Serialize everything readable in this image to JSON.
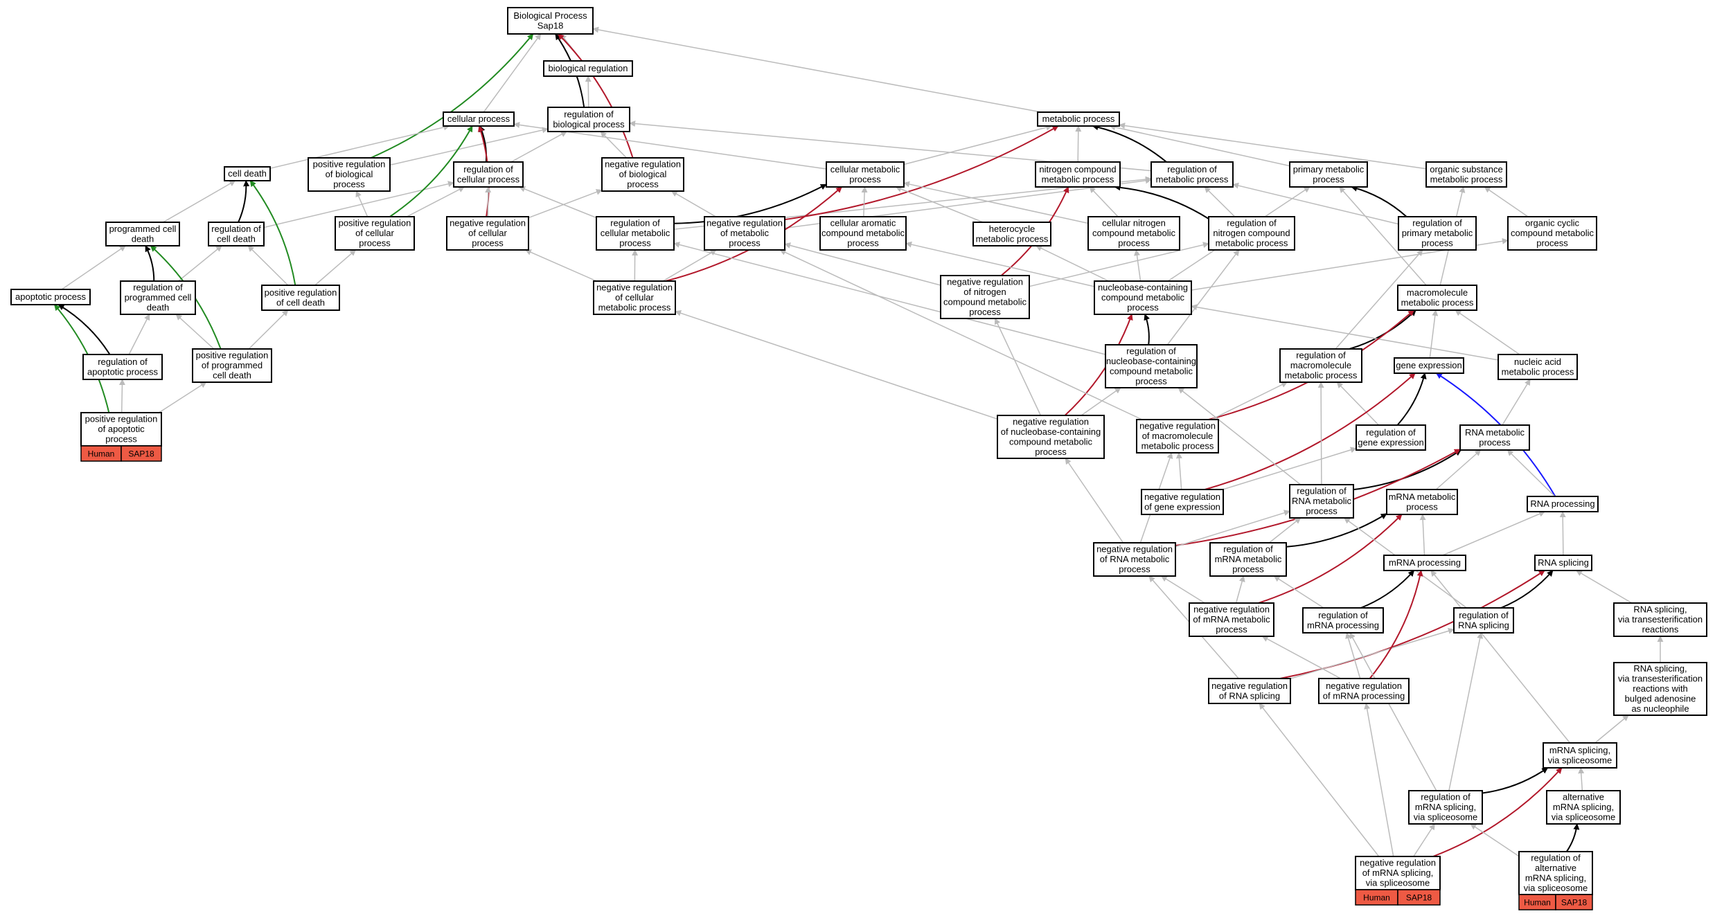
{
  "edge_colors": {
    "grey": "#bbbbbb",
    "black": "#000000",
    "red": "#b2182b",
    "green": "#228b22",
    "blue": "#1a1aff"
  },
  "tag_color": "#ee5a44",
  "nodes": [
    {
      "id": "bp",
      "lines": [
        "Biological Process",
        "Sap18"
      ]
    },
    {
      "id": "breg",
      "lines": [
        "biological regulation"
      ]
    },
    {
      "id": "cp",
      "lines": [
        "cellular process"
      ]
    },
    {
      "id": "regbp",
      "lines": [
        "regulation of",
        "biological process"
      ]
    },
    {
      "id": "mp",
      "lines": [
        "metabolic process"
      ]
    },
    {
      "id": "celldeath",
      "lines": [
        "cell death"
      ]
    },
    {
      "id": "posregbp",
      "lines": [
        "positive regulation",
        "of biological",
        "process"
      ]
    },
    {
      "id": "regcp",
      "lines": [
        "regulation of",
        "cellular process"
      ]
    },
    {
      "id": "negregbp",
      "lines": [
        "negative regulation",
        "of biological",
        "process"
      ]
    },
    {
      "id": "cmp",
      "lines": [
        "cellular metabolic",
        "process"
      ]
    },
    {
      "id": "ncmp",
      "lines": [
        "nitrogen compound",
        "metabolic process"
      ]
    },
    {
      "id": "regmp",
      "lines": [
        "regulation of",
        "metabolic process"
      ]
    },
    {
      "id": "pmp",
      "lines": [
        "primary metabolic",
        "process"
      ]
    },
    {
      "id": "osmp",
      "lines": [
        "organic substance",
        "metabolic process"
      ]
    },
    {
      "id": "pcd",
      "lines": [
        "programmed cell",
        "death"
      ]
    },
    {
      "id": "regcd",
      "lines": [
        "regulation of",
        "cell death"
      ]
    },
    {
      "id": "posregcp",
      "lines": [
        "positive regulation",
        "of cellular",
        "process"
      ]
    },
    {
      "id": "negregcp",
      "lines": [
        "negative regulation",
        "of cellular",
        "process"
      ]
    },
    {
      "id": "regcmp",
      "lines": [
        "regulation of",
        "cellular metabolic",
        "process"
      ]
    },
    {
      "id": "negregmp",
      "lines": [
        "negative regulation",
        "of metabolic",
        "process"
      ]
    },
    {
      "id": "cacmp",
      "lines": [
        "cellular aromatic",
        "compound metabolic",
        "process"
      ]
    },
    {
      "id": "hmp",
      "lines": [
        "heterocycle",
        "metabolic process"
      ]
    },
    {
      "id": "cncmp",
      "lines": [
        "cellular nitrogen",
        "compound metabolic",
        "process"
      ]
    },
    {
      "id": "regncmp",
      "lines": [
        "regulation of",
        "nitrogen compound",
        "metabolic process"
      ]
    },
    {
      "id": "regpmp",
      "lines": [
        "regulation of",
        "primary metabolic",
        "process"
      ]
    },
    {
      "id": "occmp",
      "lines": [
        "organic cyclic",
        "compound metabolic",
        "process"
      ]
    },
    {
      "id": "ap",
      "lines": [
        "apoptotic process"
      ]
    },
    {
      "id": "regpcd",
      "lines": [
        "regulation of",
        "programmed cell",
        "death"
      ]
    },
    {
      "id": "posregcd",
      "lines": [
        "positive regulation",
        "of cell death"
      ]
    },
    {
      "id": "negregcmp",
      "lines": [
        "negative regulation",
        "of cellular",
        "metabolic process"
      ]
    },
    {
      "id": "negregncmp",
      "lines": [
        "negative regulation",
        "of nitrogen",
        "compound metabolic",
        "process"
      ]
    },
    {
      "id": "nbcmp",
      "lines": [
        "nucleobase-containing",
        "compound metabolic",
        "process"
      ]
    },
    {
      "id": "mmp",
      "lines": [
        "macromolecule",
        "metabolic process"
      ]
    },
    {
      "id": "regap",
      "lines": [
        "regulation of",
        "apoptotic process"
      ]
    },
    {
      "id": "posregpcd",
      "lines": [
        "positive regulation",
        "of programmed",
        "cell death"
      ]
    },
    {
      "id": "regnbcmp",
      "lines": [
        "regulation of",
        "nucleobase-containing",
        "compound metabolic",
        "process"
      ]
    },
    {
      "id": "regmmp",
      "lines": [
        "regulation of",
        "macromolecule",
        "metabolic process"
      ]
    },
    {
      "id": "ge",
      "lines": [
        "gene expression"
      ]
    },
    {
      "id": "namp",
      "lines": [
        "nucleic acid",
        "metabolic process"
      ]
    },
    {
      "id": "posregap",
      "lines": [
        "positive regulation",
        "of apoptotic",
        "process"
      ],
      "tags": [
        "Human",
        "SAP18"
      ]
    },
    {
      "id": "negregnbcmp",
      "lines": [
        "negative regulation",
        "of nucleobase-containing",
        "compound metabolic",
        "process"
      ]
    },
    {
      "id": "negregmmp",
      "lines": [
        "negative regulation",
        "of macromolecule",
        "metabolic process"
      ]
    },
    {
      "id": "regge",
      "lines": [
        "regulation of",
        "gene expression"
      ]
    },
    {
      "id": "rnamp",
      "lines": [
        "RNA metabolic",
        "process"
      ]
    },
    {
      "id": "negregge",
      "lines": [
        "negative regulation",
        "of gene expression"
      ]
    },
    {
      "id": "regrnamp",
      "lines": [
        "regulation of",
        "RNA metabolic",
        "process"
      ]
    },
    {
      "id": "mrnamp",
      "lines": [
        "mRNA metabolic",
        "process"
      ]
    },
    {
      "id": "rnaproc",
      "lines": [
        "RNA processing"
      ]
    },
    {
      "id": "negregrnamp",
      "lines": [
        "negative regulation",
        "of RNA metabolic",
        "process"
      ]
    },
    {
      "id": "regmrnamp",
      "lines": [
        "regulation of",
        "mRNA metabolic",
        "process"
      ]
    },
    {
      "id": "mrnaproc",
      "lines": [
        "mRNA processing"
      ]
    },
    {
      "id": "rnasplic",
      "lines": [
        "RNA splicing"
      ]
    },
    {
      "id": "negregmrnamp",
      "lines": [
        "negative regulation",
        "of mRNA metabolic",
        "process"
      ]
    },
    {
      "id": "regmrnaproc",
      "lines": [
        "regulation of",
        "mRNA processing"
      ]
    },
    {
      "id": "regrnasplic",
      "lines": [
        "regulation of",
        "RNA splicing"
      ]
    },
    {
      "id": "rnasplictr",
      "lines": [
        "RNA splicing,",
        "via transesterification",
        "reactions"
      ]
    },
    {
      "id": "negregrnasplic",
      "lines": [
        "negative regulation",
        "of RNA splicing"
      ]
    },
    {
      "id": "negregmrnaproc",
      "lines": [
        "negative regulation",
        "of mRNA processing"
      ]
    },
    {
      "id": "rnasplictrbulge",
      "lines": [
        "RNA splicing,",
        "via transesterification",
        "reactions with",
        "bulged adenosine",
        "as nucleophile"
      ]
    },
    {
      "id": "mrnasplicsp",
      "lines": [
        "mRNA splicing,",
        "via spliceosome"
      ]
    },
    {
      "id": "regmrnasplicsp",
      "lines": [
        "regulation of",
        "mRNA splicing,",
        "via spliceosome"
      ]
    },
    {
      "id": "altmrnasplic",
      "lines": [
        "alternative",
        "mRNA splicing,",
        "via spliceosome"
      ]
    },
    {
      "id": "negregmrnasplicsp",
      "lines": [
        "negative regulation",
        "of mRNA splicing,",
        "via spliceosome"
      ],
      "tags": [
        "Human",
        "SAP18"
      ]
    },
    {
      "id": "regaltmrnasplic",
      "lines": [
        "regulation of",
        "alternative",
        "mRNA splicing,",
        "via spliceosome"
      ],
      "tags": [
        "Human",
        "SAP18"
      ]
    }
  ],
  "edges": [
    {
      "from": "breg",
      "to": "bp",
      "color": "grey"
    },
    {
      "from": "cp",
      "to": "bp",
      "color": "grey"
    },
    {
      "from": "regbp",
      "to": "bp",
      "color": "black"
    },
    {
      "from": "regbp",
      "to": "breg",
      "color": "grey"
    },
    {
      "from": "mp",
      "to": "bp",
      "color": "grey"
    },
    {
      "from": "posregbp",
      "to": "bp",
      "color": "green"
    },
    {
      "from": "negregbp",
      "to": "bp",
      "color": "red"
    },
    {
      "from": "posregbp",
      "to": "regbp",
      "color": "grey"
    },
    {
      "from": "negregbp",
      "to": "regbp",
      "color": "grey"
    },
    {
      "from": "regcp",
      "to": "cp",
      "color": "black"
    },
    {
      "from": "regcp",
      "to": "regbp",
      "color": "grey"
    },
    {
      "from": "celldeath",
      "to": "cp",
      "color": "grey"
    },
    {
      "from": "cmp",
      "to": "cp",
      "color": "grey"
    },
    {
      "from": "cmp",
      "to": "mp",
      "color": "grey"
    },
    {
      "from": "regmp",
      "to": "regbp",
      "color": "grey"
    },
    {
      "from": "regmp",
      "to": "mp",
      "color": "black"
    },
    {
      "from": "ncmp",
      "to": "mp",
      "color": "grey"
    },
    {
      "from": "pmp",
      "to": "mp",
      "color": "grey"
    },
    {
      "from": "osmp",
      "to": "mp",
      "color": "grey"
    },
    {
      "from": "pcd",
      "to": "celldeath",
      "color": "grey"
    },
    {
      "from": "regcd",
      "to": "celldeath",
      "color": "black"
    },
    {
      "from": "regcd",
      "to": "regcp",
      "color": "grey"
    },
    {
      "from": "posregcp",
      "to": "cp",
      "color": "green"
    },
    {
      "from": "posregcp",
      "to": "posregbp",
      "color": "grey"
    },
    {
      "from": "posregcp",
      "to": "regcp",
      "color": "grey"
    },
    {
      "from": "negregcp",
      "to": "cp",
      "color": "red"
    },
    {
      "from": "negregcp",
      "to": "negregbp",
      "color": "grey"
    },
    {
      "from": "negregcp",
      "to": "regcp",
      "color": "grey"
    },
    {
      "from": "regcmp",
      "to": "cmp",
      "color": "black"
    },
    {
      "from": "regcmp",
      "to": "regcp",
      "color": "grey"
    },
    {
      "from": "regcmp",
      "to": "regmp",
      "color": "grey"
    },
    {
      "from": "negregmp",
      "to": "mp",
      "color": "red"
    },
    {
      "from": "negregmp",
      "to": "negregbp",
      "color": "grey"
    },
    {
      "from": "negregmp",
      "to": "regmp",
      "color": "grey"
    },
    {
      "from": "cacmp",
      "to": "cmp",
      "color": "grey"
    },
    {
      "from": "hmp",
      "to": "cmp",
      "color": "grey"
    },
    {
      "from": "cncmp",
      "to": "cmp",
      "color": "grey"
    },
    {
      "from": "cncmp",
      "to": "ncmp",
      "color": "grey"
    },
    {
      "from": "regncmp",
      "to": "ncmp",
      "color": "black"
    },
    {
      "from": "regncmp",
      "to": "regmp",
      "color": "grey"
    },
    {
      "from": "regpmp",
      "to": "pmp",
      "color": "black"
    },
    {
      "from": "regpmp",
      "to": "regmp",
      "color": "grey"
    },
    {
      "from": "occmp",
      "to": "osmp",
      "color": "grey"
    },
    {
      "from": "ap",
      "to": "pcd",
      "color": "grey"
    },
    {
      "from": "regpcd",
      "to": "pcd",
      "color": "black"
    },
    {
      "from": "regpcd",
      "to": "regcd",
      "color": "grey"
    },
    {
      "from": "posregcd",
      "to": "celldeath",
      "color": "green"
    },
    {
      "from": "posregcd",
      "to": "regcd",
      "color": "grey"
    },
    {
      "from": "posregcd",
      "to": "posregcp",
      "color": "grey"
    },
    {
      "from": "negregcmp",
      "to": "cmp",
      "color": "red"
    },
    {
      "from": "negregcmp",
      "to": "regcmp",
      "color": "grey"
    },
    {
      "from": "negregcmp",
      "to": "negregmp",
      "color": "grey"
    },
    {
      "from": "negregcmp",
      "to": "negregcp",
      "color": "grey"
    },
    {
      "from": "negregncmp",
      "to": "ncmp",
      "color": "red"
    },
    {
      "from": "negregncmp",
      "to": "regncmp",
      "color": "grey"
    },
    {
      "from": "negregncmp",
      "to": "negregmp",
      "color": "grey"
    },
    {
      "from": "nbcmp",
      "to": "cacmp",
      "color": "grey"
    },
    {
      "from": "nbcmp",
      "to": "hmp",
      "color": "grey"
    },
    {
      "from": "nbcmp",
      "to": "cncmp",
      "color": "grey"
    },
    {
      "from": "nbcmp",
      "to": "occmp",
      "color": "grey"
    },
    {
      "from": "nbcmp",
      "to": "pmp",
      "color": "grey"
    },
    {
      "from": "mmp",
      "to": "pmp",
      "color": "grey"
    },
    {
      "from": "mmp",
      "to": "osmp",
      "color": "grey"
    },
    {
      "from": "regap",
      "to": "ap",
      "color": "black"
    },
    {
      "from": "regap",
      "to": "regpcd",
      "color": "grey"
    },
    {
      "from": "posregpcd",
      "to": "pcd",
      "color": "green"
    },
    {
      "from": "posregpcd",
      "to": "regpcd",
      "color": "grey"
    },
    {
      "from": "posregpcd",
      "to": "posregcd",
      "color": "grey"
    },
    {
      "from": "regnbcmp",
      "to": "nbcmp",
      "color": "black"
    },
    {
      "from": "regnbcmp",
      "to": "regcmp",
      "color": "grey"
    },
    {
      "from": "regnbcmp",
      "to": "regncmp",
      "color": "grey"
    },
    {
      "from": "regmmp",
      "to": "mmp",
      "color": "black"
    },
    {
      "from": "regmmp",
      "to": "regpmp",
      "color": "grey"
    },
    {
      "from": "ge",
      "to": "mmp",
      "color": "grey"
    },
    {
      "from": "namp",
      "to": "mmp",
      "color": "grey"
    },
    {
      "from": "namp",
      "to": "nbcmp",
      "color": "grey"
    },
    {
      "from": "posregap",
      "to": "ap",
      "color": "green"
    },
    {
      "from": "posregap",
      "to": "regap",
      "color": "grey"
    },
    {
      "from": "posregap",
      "to": "posregpcd",
      "color": "grey"
    },
    {
      "from": "negregnbcmp",
      "to": "nbcmp",
      "color": "red"
    },
    {
      "from": "negregnbcmp",
      "to": "regnbcmp",
      "color": "grey"
    },
    {
      "from": "negregnbcmp",
      "to": "negregncmp",
      "color": "grey"
    },
    {
      "from": "negregnbcmp",
      "to": "negregcmp",
      "color": "grey"
    },
    {
      "from": "negregmmp",
      "to": "mmp",
      "color": "red"
    },
    {
      "from": "negregmmp",
      "to": "regmmp",
      "color": "grey"
    },
    {
      "from": "negregmmp",
      "to": "negregmp",
      "color": "grey"
    },
    {
      "from": "regge",
      "to": "ge",
      "color": "black"
    },
    {
      "from": "regge",
      "to": "regmmp",
      "color": "grey"
    },
    {
      "from": "rnamp",
      "to": "namp",
      "color": "grey"
    },
    {
      "from": "negregge",
      "to": "ge",
      "color": "red"
    },
    {
      "from": "negregge",
      "to": "regge",
      "color": "grey"
    },
    {
      "from": "negregge",
      "to": "negregmmp",
      "color": "grey"
    },
    {
      "from": "regrnamp",
      "to": "rnamp",
      "color": "black"
    },
    {
      "from": "regrnamp",
      "to": "regnbcmp",
      "color": "grey"
    },
    {
      "from": "regrnamp",
      "to": "regmmp",
      "color": "grey"
    },
    {
      "from": "mrnamp",
      "to": "rnamp",
      "color": "grey"
    },
    {
      "from": "rnaproc",
      "to": "ge",
      "color": "blue"
    },
    {
      "from": "rnaproc",
      "to": "rnamp",
      "color": "grey"
    },
    {
      "from": "negregrnamp",
      "to": "rnamp",
      "color": "red"
    },
    {
      "from": "negregrnamp",
      "to": "regrnamp",
      "color": "grey"
    },
    {
      "from": "negregrnamp",
      "to": "negregnbcmp",
      "color": "grey"
    },
    {
      "from": "negregrnamp",
      "to": "negregmmp",
      "color": "grey"
    },
    {
      "from": "regmrnamp",
      "to": "mrnamp",
      "color": "black"
    },
    {
      "from": "regmrnamp",
      "to": "regrnamp",
      "color": "grey"
    },
    {
      "from": "mrnaproc",
      "to": "mrnamp",
      "color": "grey"
    },
    {
      "from": "mrnaproc",
      "to": "rnaproc",
      "color": "grey"
    },
    {
      "from": "rnasplic",
      "to": "rnaproc",
      "color": "grey"
    },
    {
      "from": "negregmrnamp",
      "to": "mrnamp",
      "color": "red"
    },
    {
      "from": "negregmrnamp",
      "to": "regmrnamp",
      "color": "grey"
    },
    {
      "from": "negregmrnamp",
      "to": "negregrnamp",
      "color": "grey"
    },
    {
      "from": "regmrnaproc",
      "to": "mrnaproc",
      "color": "black"
    },
    {
      "from": "regmrnaproc",
      "to": "regmrnamp",
      "color": "grey"
    },
    {
      "from": "regrnasplic",
      "to": "rnasplic",
      "color": "black"
    },
    {
      "from": "regrnasplic",
      "to": "regrnamp",
      "color": "grey"
    },
    {
      "from": "rnasplictr",
      "to": "rnasplic",
      "color": "grey"
    },
    {
      "from": "negregrnasplic",
      "to": "rnasplic",
      "color": "red"
    },
    {
      "from": "negregrnasplic",
      "to": "regrnasplic",
      "color": "grey"
    },
    {
      "from": "negregrnasplic",
      "to": "negregrnamp",
      "color": "grey"
    },
    {
      "from": "negregmrnaproc",
      "to": "mrnaproc",
      "color": "red"
    },
    {
      "from": "negregmrnaproc",
      "to": "regmrnaproc",
      "color": "grey"
    },
    {
      "from": "negregmrnaproc",
      "to": "negregmrnamp",
      "color": "grey"
    },
    {
      "from": "rnasplictrbulge",
      "to": "rnasplictr",
      "color": "grey"
    },
    {
      "from": "mrnasplicsp",
      "to": "rnasplictrbulge",
      "color": "grey"
    },
    {
      "from": "mrnasplicsp",
      "to": "mrnaproc",
      "color": "grey"
    },
    {
      "from": "regmrnasplicsp",
      "to": "mrnasplicsp",
      "color": "black"
    },
    {
      "from": "regmrnasplicsp",
      "to": "regmrnaproc",
      "color": "grey"
    },
    {
      "from": "regmrnasplicsp",
      "to": "regrnasplic",
      "color": "grey"
    },
    {
      "from": "altmrnasplic",
      "to": "mrnasplicsp",
      "color": "grey"
    },
    {
      "from": "negregmrnasplicsp",
      "to": "mrnasplicsp",
      "color": "red"
    },
    {
      "from": "negregmrnasplicsp",
      "to": "regmrnasplicsp",
      "color": "grey"
    },
    {
      "from": "negregmrnasplicsp",
      "to": "negregmrnaproc",
      "color": "grey"
    },
    {
      "from": "negregmrnasplicsp",
      "to": "negregrnasplic",
      "color": "grey"
    },
    {
      "from": "regaltmrnasplic",
      "to": "altmrnasplic",
      "color": "black"
    },
    {
      "from": "regaltmrnasplic",
      "to": "regmrnasplicsp",
      "color": "grey"
    }
  ]
}
